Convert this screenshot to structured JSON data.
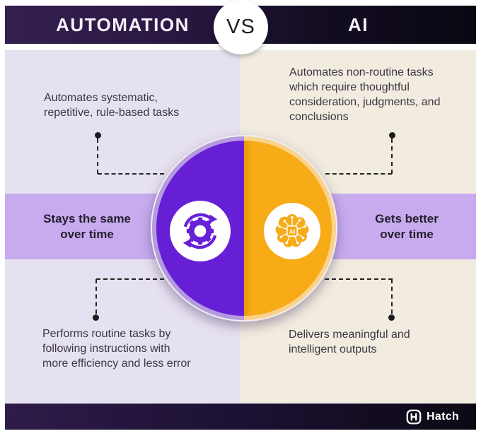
{
  "header": {
    "left_title": "AUTOMATION",
    "vs_label": "VS",
    "right_title": "AI"
  },
  "left_column": {
    "top_lines": [
      "Automates systematic,",
      "repetitive, rule-based tasks"
    ],
    "band_lines": [
      "Stays the same",
      "over time"
    ],
    "bottom_lines": [
      "Performs routine tasks by",
      "following instructions with",
      "more efficiency and less error"
    ]
  },
  "right_column": {
    "top_lines": [
      "Automates non-routine tasks",
      "which require thoughtful",
      "consideration, judgments, and",
      "conclusions"
    ],
    "band_lines": [
      "Gets better",
      "over time"
    ],
    "bottom_lines": [
      "Delivers meaningful and",
      "intelligent outputs"
    ]
  },
  "center": {
    "left_icon": "gear-sync-icon",
    "right_icon": "ai-brain-icon",
    "ai_chip_label": "AI"
  },
  "footer": {
    "brand": "Hatch"
  },
  "colors": {
    "left_bg": "#e6e1f0",
    "right_bg": "#f1ecdf",
    "band": "#c7abee",
    "purple": "#671fd6",
    "yellow": "#f6ab17",
    "header_dark_start": "#34204f",
    "header_dark_end": "#0b0712",
    "text": "#3a3742"
  }
}
